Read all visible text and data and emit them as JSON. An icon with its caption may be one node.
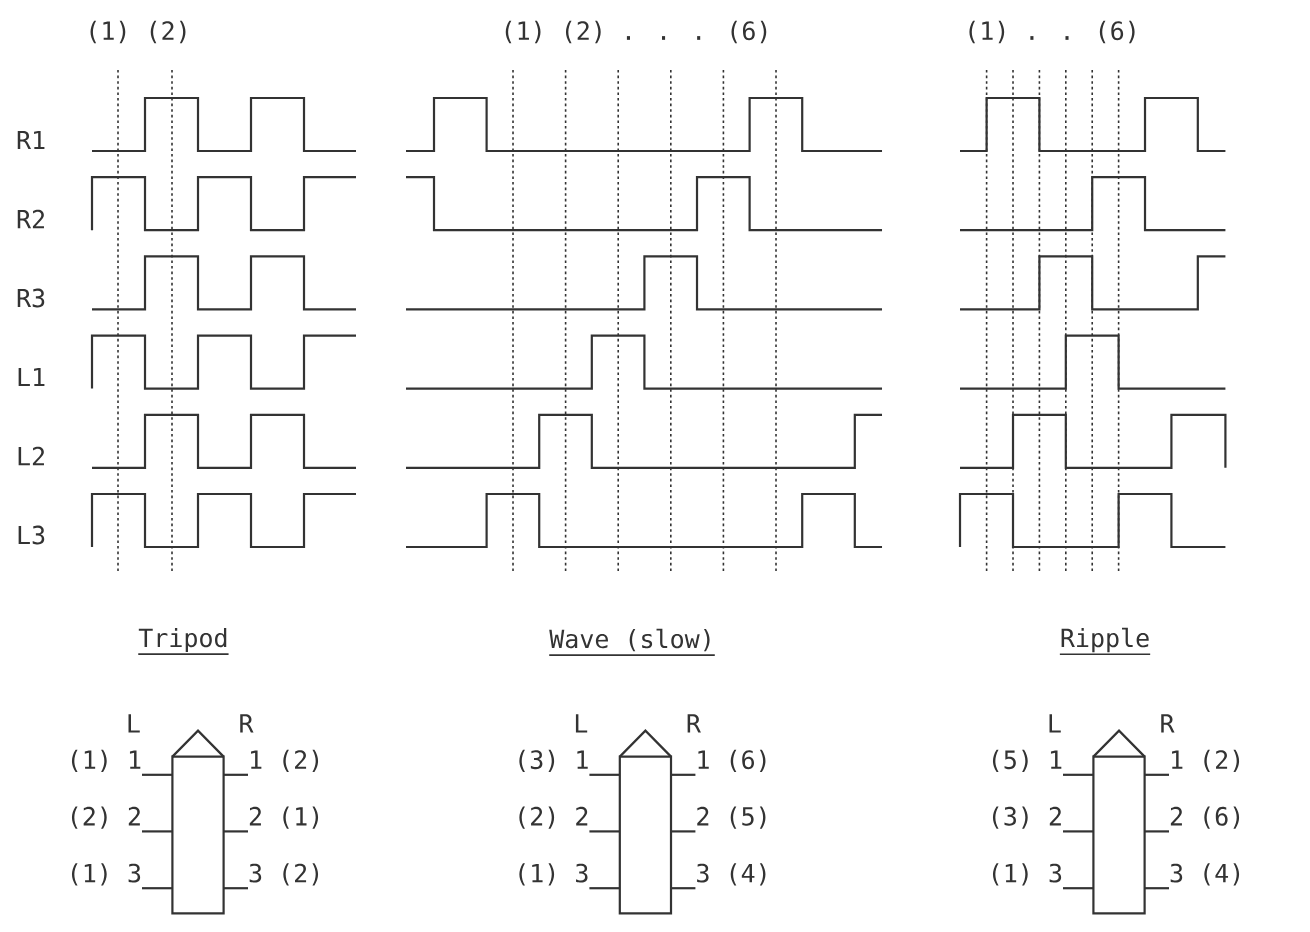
{
  "diagram": {
    "nodes": [
      {
        "text": [],
        "shape": "box"
      },
      {
        "text": [
          "(1) 1"
        ]
      },
      {
        "text": [
          "1 (2)"
        ]
      },
      {
        "text": [
          "(2) 2"
        ]
      },
      {
        "text": [
          "2 (1)"
        ]
      },
      {
        "text": [
          "(1) 3"
        ]
      },
      {
        "text": [
          "3 (2)"
        ]
      },
      {
        "text": [],
        "shape": "box"
      },
      {
        "text": [
          "(3) 1"
        ]
      },
      {
        "text": [
          "1 (6)"
        ]
      },
      {
        "text": [
          "(2) 2"
        ]
      },
      {
        "text": [
          "2 (5)"
        ]
      },
      {
        "text": [
          "(1) 3"
        ]
      },
      {
        "text": [
          "3 (4)"
        ]
      },
      {
        "text": [],
        "shape": "box"
      },
      {
        "text": [
          "(5) 1"
        ]
      },
      {
        "text": [
          "1 (2)"
        ]
      },
      {
        "text": [
          "(3) 2"
        ]
      },
      {
        "text": [
          "2 (6)"
        ]
      },
      {
        "text": [
          "(1) 3"
        ]
      },
      {
        "text": [
          "3 (4)"
        ]
      }
    ],
    "edges": [
      {
        "from": 1,
        "to": 0,
        "arrow": "none"
      },
      {
        "from": 2,
        "to": 0,
        "arrow": "none"
      },
      {
        "from": 3,
        "to": 0,
        "arrow": "none"
      },
      {
        "from": 4,
        "to": 0,
        "arrow": "none"
      },
      {
        "from": 5,
        "to": 0,
        "arrow": "none"
      },
      {
        "from": 6,
        "to": 0,
        "arrow": "none"
      },
      {
        "from": 8,
        "to": 7,
        "arrow": "none"
      },
      {
        "from": 9,
        "to": 7,
        "arrow": "none"
      },
      {
        "from": 10,
        "to": 7,
        "arrow": "none"
      },
      {
        "from": 11,
        "to": 7,
        "arrow": "none"
      },
      {
        "from": 12,
        "to": 7,
        "arrow": "none"
      },
      {
        "from": 13,
        "to": 7,
        "arrow": "none"
      },
      {
        "from": 15,
        "to": 14,
        "arrow": "none"
      },
      {
        "from": 16,
        "to": 14,
        "arrow": "none"
      },
      {
        "from": 17,
        "to": 14,
        "arrow": "none"
      },
      {
        "from": 18,
        "to": 14,
        "arrow": "none"
      },
      {
        "from": 19,
        "to": 14,
        "arrow": "none"
      },
      {
        "from": 20,
        "to": 14,
        "arrow": "none"
      }
    ],
    "labels": [
      "(1) (2)",
      "(1) (2) . . . (6)",
      "(1) . . (6)",
      "R1",
      "R2",
      "R3",
      "L1",
      "L2",
      "L3",
      "Tripod",
      "Wave (slow)",
      "Ripple",
      "L",
      "R",
      "L",
      "R",
      "L",
      "R"
    ]
  }
}
